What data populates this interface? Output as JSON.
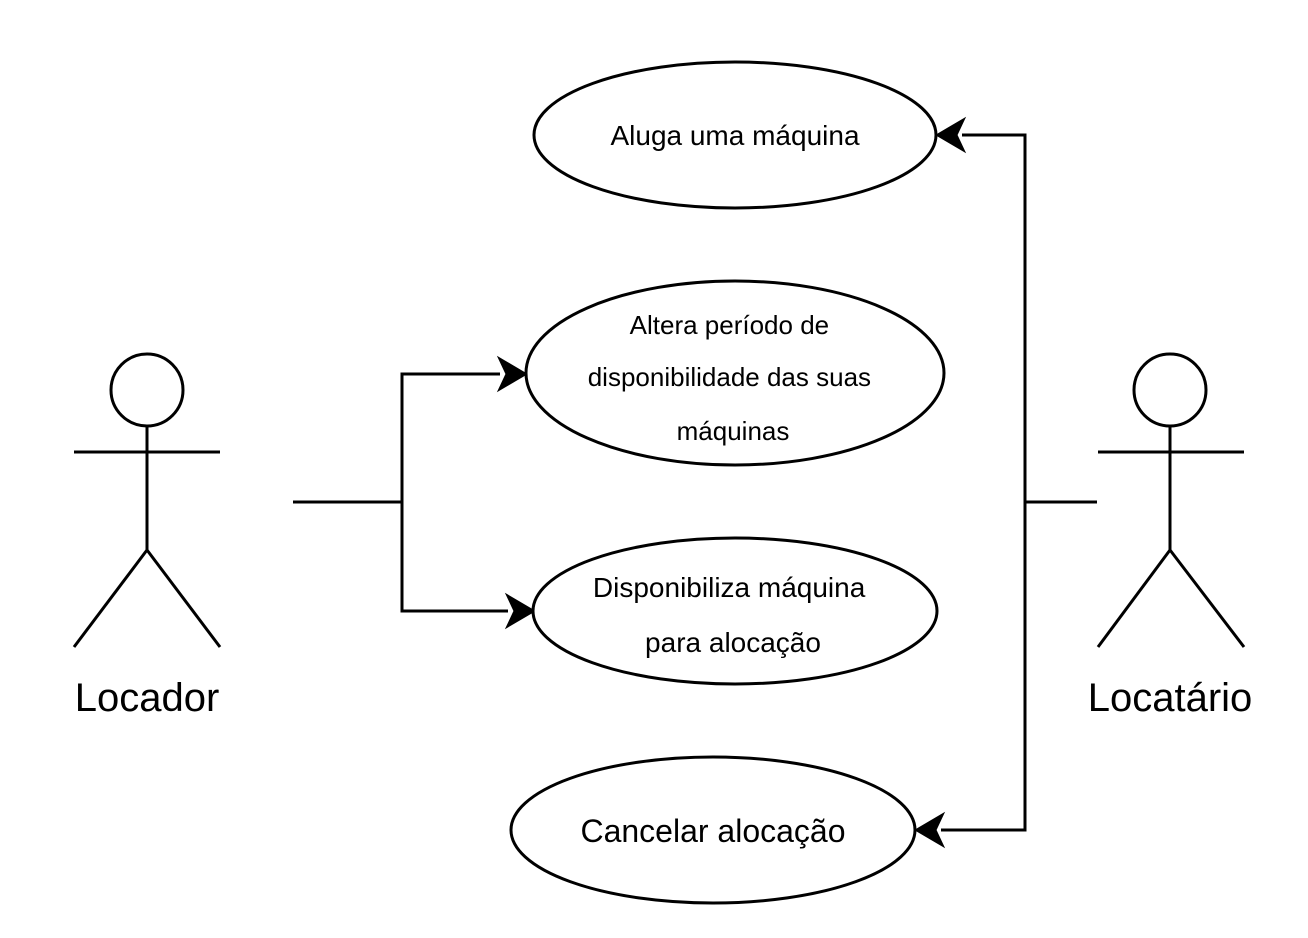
{
  "actors": {
    "locador": {
      "label": "Locador"
    },
    "locatario": {
      "label": "Locatário"
    }
  },
  "use_cases": {
    "aluga": {
      "lines": [
        "Aluga uma máquina"
      ]
    },
    "altera": {
      "lines": [
        "Altera período de",
        "disponibilidade das suas",
        "máquinas"
      ]
    },
    "disponibiliza": {
      "lines": [
        "Disponibiliza máquina",
        "para alocação"
      ]
    },
    "cancelar": {
      "lines": [
        "Cancelar alocação"
      ]
    }
  },
  "relations": [
    {
      "from": "Locador",
      "to": "Altera período de disponibilidade das suas máquinas"
    },
    {
      "from": "Locador",
      "to": "Disponibiliza máquina para alocação"
    },
    {
      "from": "Locatário",
      "to": "Aluga uma máquina"
    },
    {
      "from": "Locatário",
      "to": "Cancelar alocação"
    }
  ]
}
